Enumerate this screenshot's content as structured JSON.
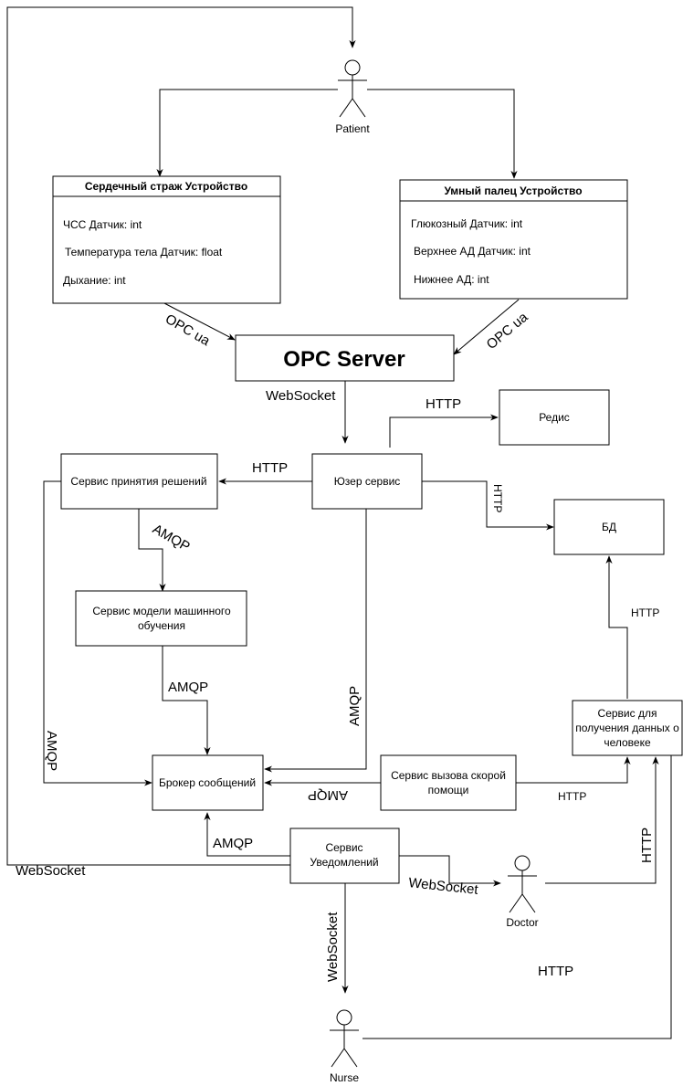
{
  "actors": {
    "patient": "Patient",
    "doctor": "Doctor",
    "nurse": "Nurse"
  },
  "devices": {
    "heart": {
      "title": "Сердечный страж Устройство",
      "fields": [
        "ЧСС Датчик: int",
        "Температура тела Датчик: float",
        "Дыхание: int"
      ]
    },
    "finger": {
      "title": "Умный палец Устройство",
      "fields": [
        "Глюкозный Датчик: int",
        "Верхнее АД Датчик: int",
        "Нижнее АД: int"
      ]
    }
  },
  "nodes": {
    "opc_server": "OPC Server",
    "redis": "Редис",
    "user_service": "Юзер сервис",
    "decision_service": "Сервис принятия решений",
    "db": "БД",
    "ml_service_line1": "Сервис модели машинного",
    "ml_service_line2": "обучения",
    "person_data_line1": "Сервис для",
    "person_data_line2": "получения данных о",
    "person_data_line3": "человеке",
    "broker": "Брокер сообщений",
    "ambulance_line1": "Сервис вызова скорой",
    "ambulance_line2": "помощи",
    "notify_line1": "Сервис",
    "notify_line2": "Уведомлений"
  },
  "edges": {
    "opc_left": "OPC ua",
    "opc_right": "OPC ua",
    "websocket_opc": "WebSocket",
    "http_redis": "HTTP",
    "http_decision": "HTTP",
    "http_db_vertical": "HTTP",
    "amqp_decision_ml": "AMQP",
    "amqp_ml_broker": "AMQP",
    "amqp_user_broker": "AMQP",
    "amqp_decision_broker": "AMQP",
    "amqp_ambulance": "AMQP",
    "http_ambulance": "HTTP",
    "http_db": "HTTP",
    "amqp_notify": "AMQP",
    "websocket_patient": "WebSocket",
    "websocket_doctor": "WebSocket",
    "websocket_nurse": "WebSocket",
    "http_doctor": "HTTP",
    "http_nurse": "HTTP"
  }
}
